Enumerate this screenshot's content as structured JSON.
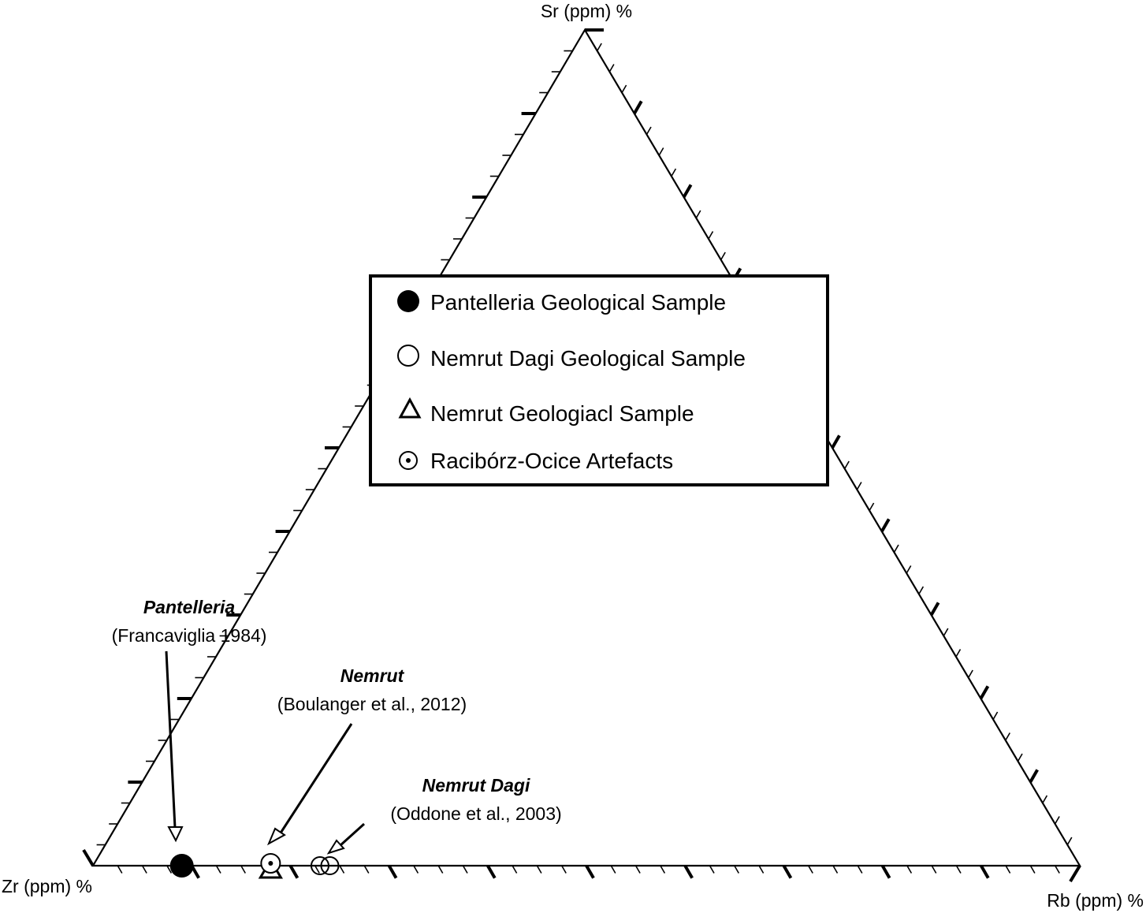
{
  "chart_data": {
    "type": "ternary-scatter",
    "vertices": {
      "top": "Sr (ppm) %",
      "left": "Zr (ppm) %",
      "right": "Rb (ppm) %"
    },
    "legend": {
      "placement": "center",
      "items": [
        {
          "marker": "filled-circle",
          "label": "Pantelleria Geological Sample"
        },
        {
          "marker": "open-circle",
          "label": "Nemrut Dagi Geological Sample"
        },
        {
          "marker": "open-triangle",
          "label": "Nemrut Geologiacl Sample"
        },
        {
          "marker": "dotted-circle",
          "label": "Racibórz-Ocice Artefacts"
        }
      ]
    },
    "series": [
      {
        "marker": "filled-circle",
        "points": [
          {
            "zr": 91,
            "sr": 0,
            "rb": 9
          }
        ]
      },
      {
        "marker": "open-circle",
        "points": [
          {
            "zr": 77,
            "sr": 0,
            "rb": 23
          },
          {
            "zr": 76,
            "sr": 0,
            "rb": 24
          }
        ]
      },
      {
        "marker": "open-triangle",
        "points": [
          {
            "zr": 82,
            "sr": 0,
            "rb": 18
          }
        ]
      },
      {
        "marker": "dotted-circle",
        "points": [
          {
            "zr": 82,
            "sr": 0,
            "rb": 18
          }
        ]
      }
    ],
    "annotations": [
      {
        "title": "Pantelleria",
        "subtitle": "(Francaviglia 1984)"
      },
      {
        "title": "Nemrut",
        "subtitle": "(Boulanger et al., 2012)"
      },
      {
        "title": "Nemrut Dagi",
        "subtitle": "(Oddone et al., 2003)"
      }
    ],
    "ticks": {
      "minor_step": 2.5,
      "major_step": 10
    },
    "colors": {
      "ink": "#000000",
      "background": "#ffffff"
    }
  }
}
